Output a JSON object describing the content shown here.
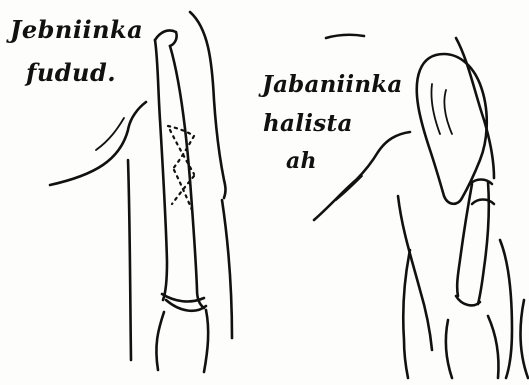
{
  "labels": {
    "left_line1": "Jebniinka",
    "left_line2": "fudud.",
    "right_line1": "Jabaniinka",
    "right_line2": "halista",
    "right_line3": "ah"
  }
}
